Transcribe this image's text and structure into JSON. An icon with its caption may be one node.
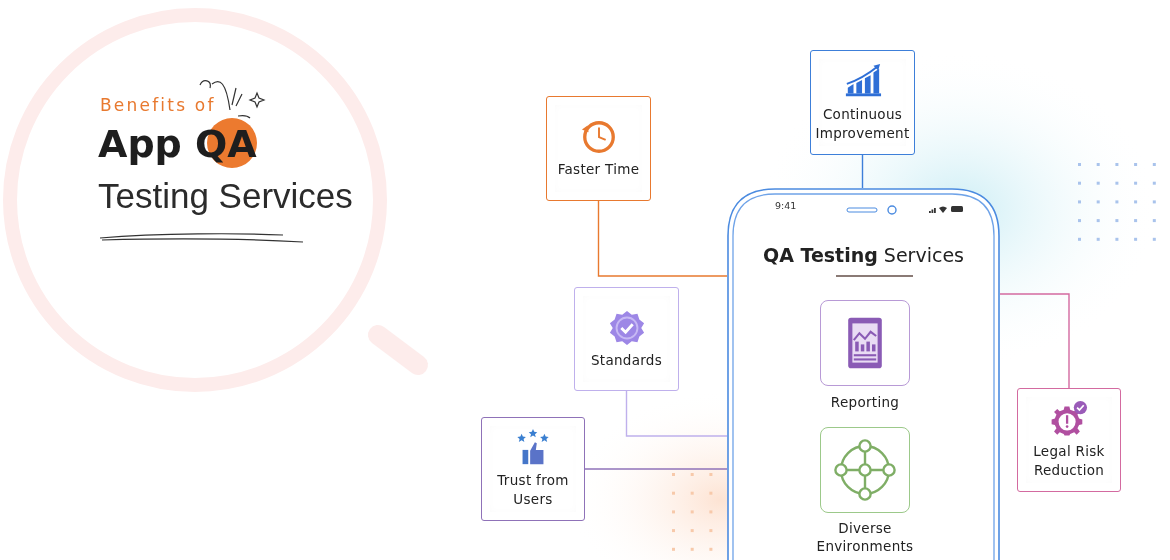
{
  "diagram": {
    "nodes": [
      {
        "text": [
          "**QA Testing** Services"
        ]
      },
      {
        "text": [
          "Continuous Improvement"
        ]
      },
      {
        "text": [
          "Faster Time"
        ]
      },
      {
        "text": [
          "Standards"
        ]
      },
      {
        "text": [
          "Trust from Users"
        ]
      },
      {
        "text": [
          "Reporting"
        ],
        "in": 0
      },
      {
        "text": [
          "Diverse Environments"
        ],
        "in": 0
      },
      {
        "text": [
          "Legal Risk Reduction"
        ]
      }
    ],
    "edges": [
      {
        "from": 1,
        "to": 0,
        "arrow": "none",
        "color": "#3d7fd9"
      },
      {
        "from": 2,
        "to": 0,
        "arrow": "none",
        "color": "#e8792f"
      },
      {
        "from": 3,
        "to": 0,
        "arrow": "none",
        "color": "#bfb0ec"
      },
      {
        "from": 4,
        "to": 0,
        "arrow": "none",
        "color": "#8f72b8"
      },
      {
        "from": 7,
        "to": 0,
        "arrow": "none",
        "color": "#d36aa0"
      }
    ],
    "labels": [
      "Benefits of",
      "App QA",
      "Testing Services",
      "9:41"
    ]
  }
}
